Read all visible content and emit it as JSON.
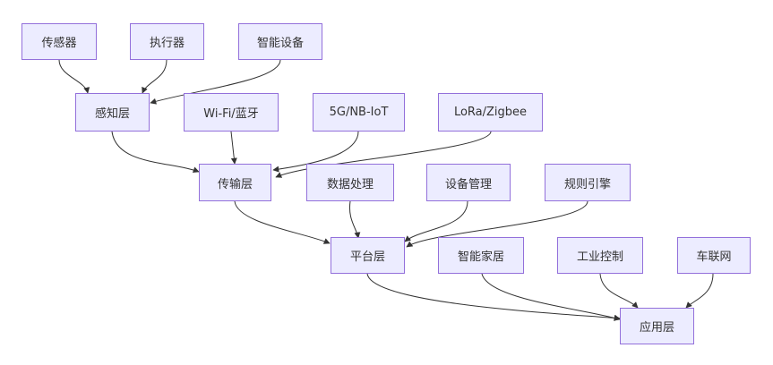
{
  "nodes": {
    "sensor": "传感器",
    "actuator": "执行器",
    "smart_device": "智能设备",
    "perception_layer": "感知层",
    "wifi_bt": "Wi-Fi/蓝牙",
    "fiveg_nbiot": "5G/NB-IoT",
    "lora_zigbee": "LoRa/Zigbee",
    "transport_layer": "传输层",
    "data_processing": "数据处理",
    "device_management": "设备管理",
    "rule_engine": "规则引擎",
    "platform_layer": "平台层",
    "smart_home": "智能家居",
    "industrial_control": "工业控制",
    "iov": "车联网",
    "application_layer": "应用层"
  },
  "edges": [
    {
      "from": "sensor",
      "to": "perception_layer"
    },
    {
      "from": "actuator",
      "to": "perception_layer"
    },
    {
      "from": "smart_device",
      "to": "perception_layer"
    },
    {
      "from": "perception_layer",
      "to": "transport_layer"
    },
    {
      "from": "wifi_bt",
      "to": "transport_layer"
    },
    {
      "from": "fiveg_nbiot",
      "to": "transport_layer"
    },
    {
      "from": "lora_zigbee",
      "to": "transport_layer"
    },
    {
      "from": "transport_layer",
      "to": "platform_layer"
    },
    {
      "from": "data_processing",
      "to": "platform_layer"
    },
    {
      "from": "device_management",
      "to": "platform_layer"
    },
    {
      "from": "rule_engine",
      "to": "platform_layer"
    },
    {
      "from": "platform_layer",
      "to": "application_layer"
    },
    {
      "from": "smart_home",
      "to": "application_layer"
    },
    {
      "from": "industrial_control",
      "to": "application_layer"
    },
    {
      "from": "iov",
      "to": "application_layer"
    }
  ],
  "colors": {
    "node_fill": "#ECECFF",
    "node_border": "#9370DB",
    "edge": "#333333",
    "text": "#333333"
  }
}
